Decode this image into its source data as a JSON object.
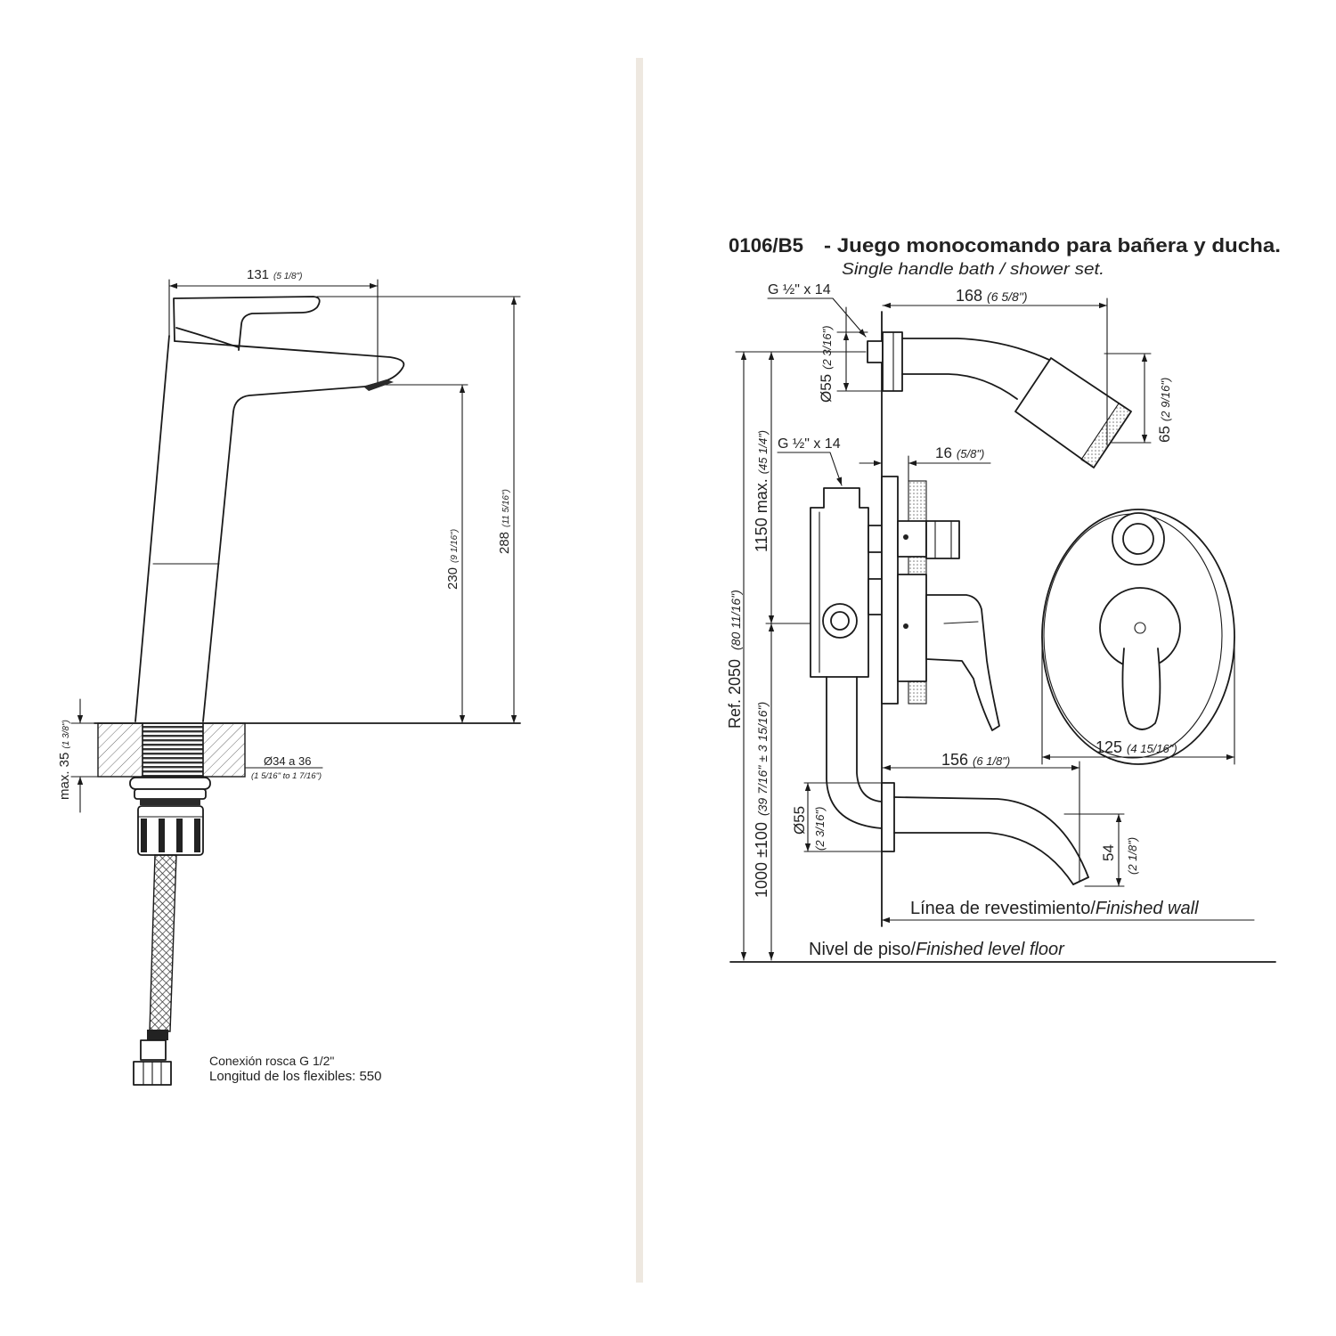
{
  "colors": {
    "line": "#1a1a1a",
    "text": "#222222",
    "divider": "#eee8e0",
    "background": "#ffffff"
  },
  "left_drawing": {
    "width": {
      "value": "131",
      "inches": "(5 1/8\")"
    },
    "overall_height": {
      "value": "288",
      "inches": "(11 5/16\")"
    },
    "spout_height": {
      "value": "230",
      "inches": "(9 1/16\")"
    },
    "deck_thickness": {
      "value": "max. 35",
      "inches": "(1 3/8\")"
    },
    "hole_diameter": {
      "value": "Ø34 a 36",
      "inches": "(1 5/16\" to 1 7/16\")"
    },
    "connection_note": "Conexión rosca G 1/2\"",
    "hose_note": "Longitud de los flexibles: 550"
  },
  "right_drawing": {
    "code": "0106/B5",
    "title": "- Juego monocomando para bañera y ducha.",
    "subtitle": "Single handle bath / shower set.",
    "shower_thread": "G ½\" x 14",
    "valve_thread": "G ½\" x 14",
    "shower_arm_length": {
      "value": "168",
      "inches": "(6 5/8\")"
    },
    "shower_flange_diameter": {
      "value": "Ø55",
      "inches": "(2 3/16\")"
    },
    "shower_head_diameter": {
      "value": "65",
      "inches": "(2 9/16\")"
    },
    "plate_thickness": {
      "value": "16",
      "inches": "(5/8\")"
    },
    "shower_height": {
      "value": "Ref. 2050",
      "inches": "(80 11/16\")"
    },
    "shower_above_valve": {
      "value": "1150 max.",
      "inches": "(45 1/4\")"
    },
    "valve_height": {
      "value": "1000 ±100",
      "inches": "(39 7/16\" ± 3 15/16\")"
    },
    "spout_length": {
      "value": "156",
      "inches": "(6 1/8\")"
    },
    "spout_flange_diameter": {
      "value": "Ø55",
      "inches": "(2 3/16\")"
    },
    "spout_drop": {
      "value": "54",
      "inches": "(2 1/8\")"
    },
    "cover_plate_width": {
      "value": "125",
      "inches": "(4 15/16\")"
    },
    "wall_label": {
      "es": "Línea de revestimiento/",
      "en": "Finished wall"
    },
    "floor_label": {
      "es": "Nivel de piso/",
      "en": "Finished level floor"
    }
  }
}
